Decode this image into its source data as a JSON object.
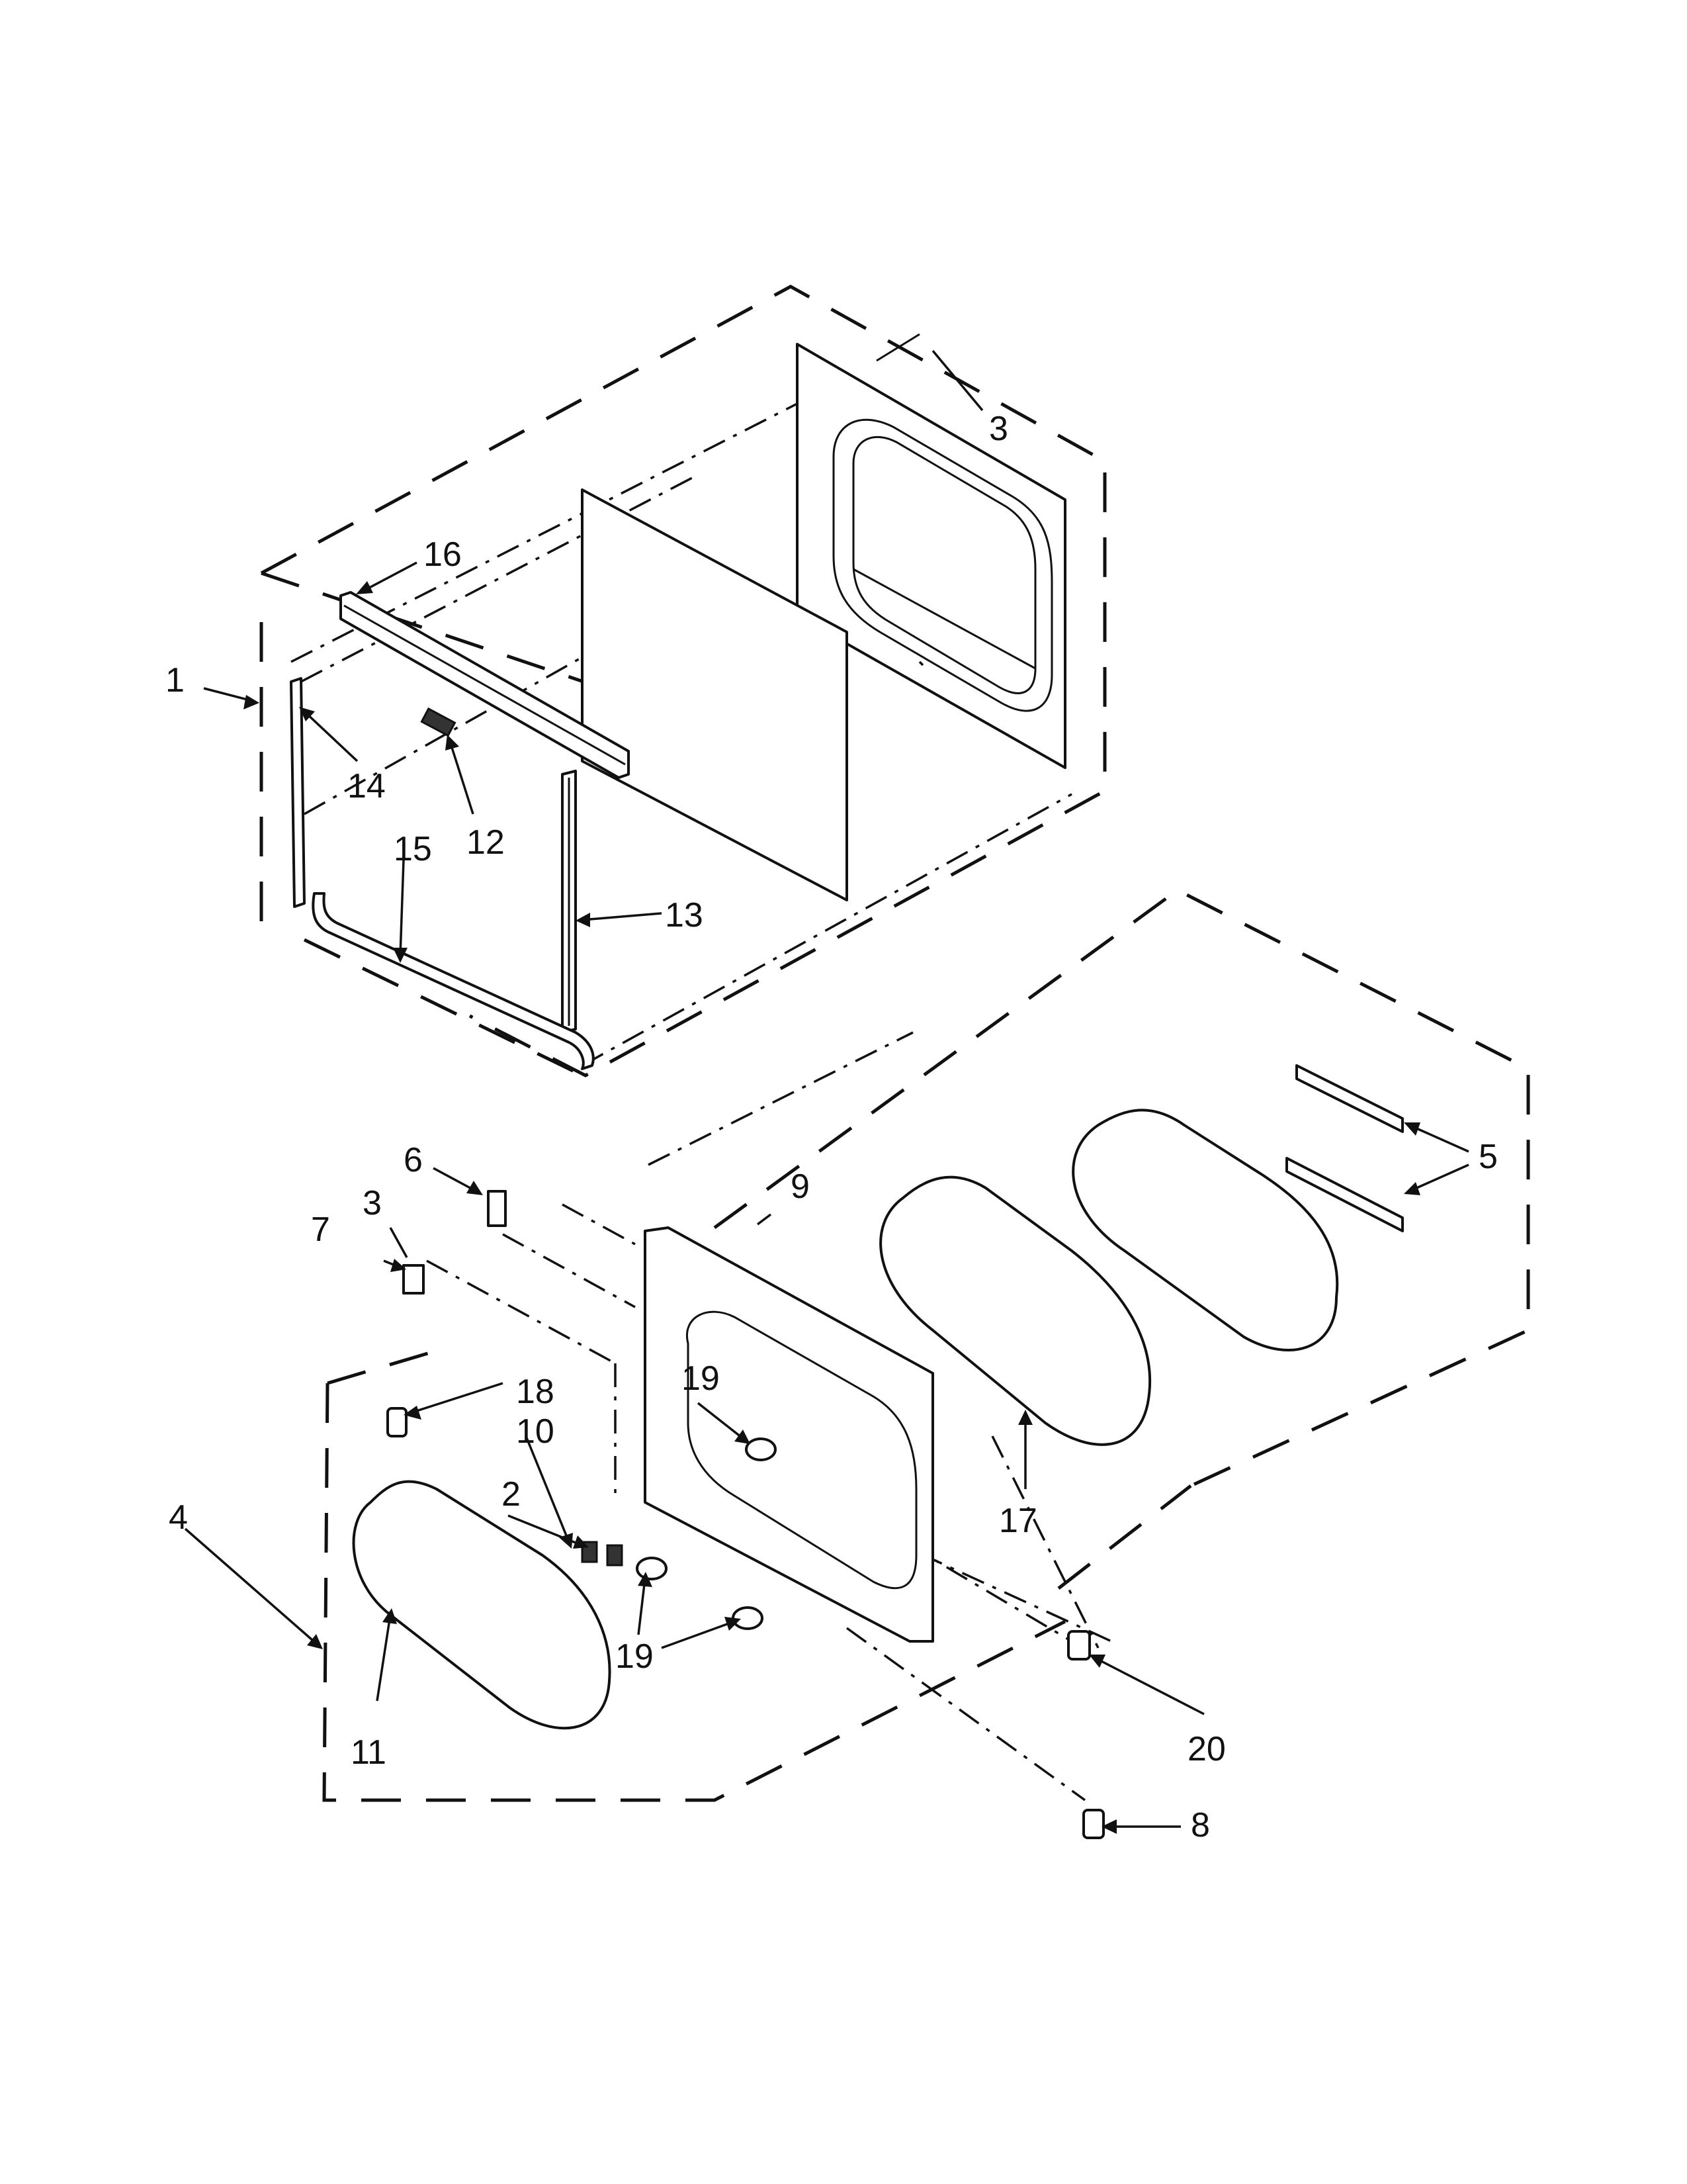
{
  "callouts": [
    "1",
    "2",
    "3",
    "3",
    "4",
    "5",
    "6",
    "7",
    "8",
    "9",
    "10",
    "11",
    "12",
    "13",
    "14",
    "15",
    "16",
    "17",
    "18",
    "19",
    "19",
    "20"
  ]
}
